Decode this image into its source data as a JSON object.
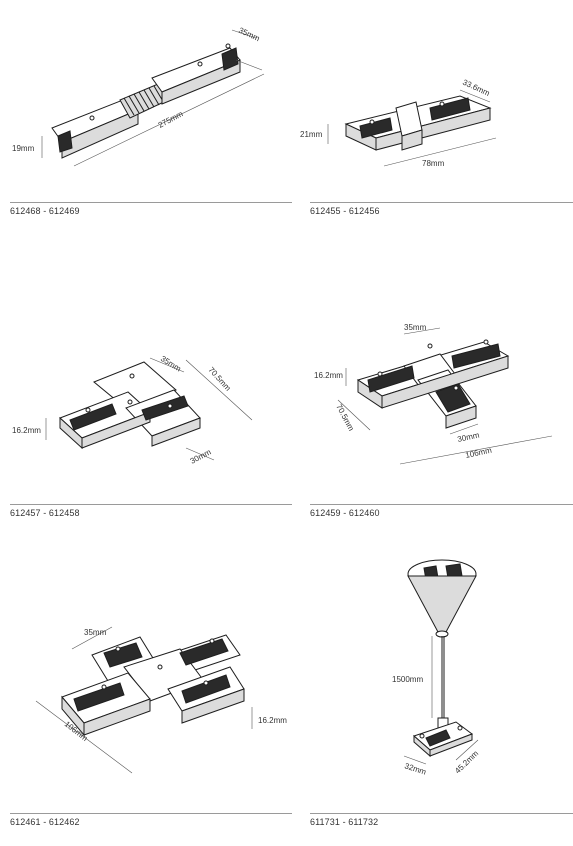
{
  "products": [
    {
      "code": "612468 - 612469",
      "dims": [
        "35mm",
        "275mm",
        "19mm"
      ]
    },
    {
      "code": "612455 - 612456",
      "dims": [
        "33.6mm",
        "21mm",
        "78mm"
      ]
    },
    {
      "code": "612457 - 612458",
      "dims": [
        "35mm",
        "70.5mm",
        "16.2mm",
        "30mm"
      ]
    },
    {
      "code": "612459 - 612460",
      "dims": [
        "35mm",
        "16.2mm",
        "70.5mm",
        "30mm",
        "106mm"
      ]
    },
    {
      "code": "612461 - 612462",
      "dims": [
        "35mm",
        "16.2mm",
        "106mm"
      ]
    },
    {
      "code": "611731 - 611732",
      "dims": [
        "1500mm",
        "32mm",
        "45.2mm"
      ]
    }
  ]
}
